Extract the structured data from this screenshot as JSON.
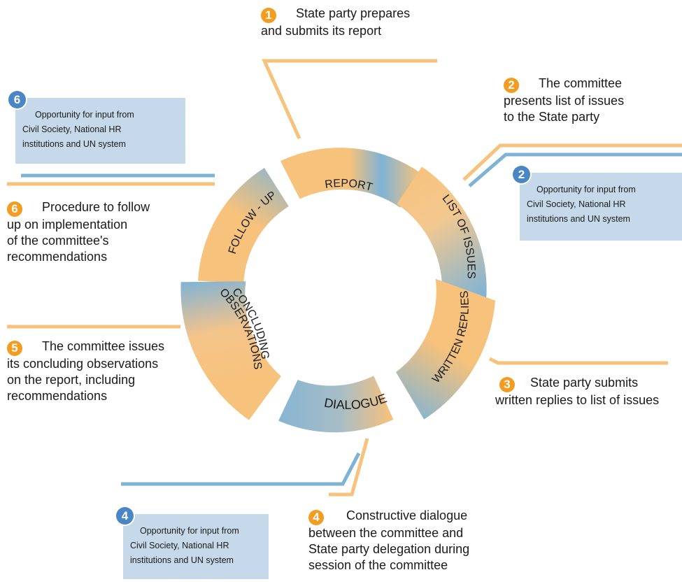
{
  "colors": {
    "orange": "#f7c27b",
    "blue": "#7fb3d6",
    "number_orange": "#f39c1f",
    "number_blue": "#4a86c5",
    "box_fill": "#c5d9ea"
  },
  "cycle": {
    "segments": [
      {
        "label": "REPORT"
      },
      {
        "label": "LIST OF ISSUES"
      },
      {
        "label": "WRITTEN REPLIES"
      },
      {
        "label": "DIALOGUE"
      },
      {
        "label": "CONCLUDING",
        "label2": "OBSERVATIONS"
      },
      {
        "label": "FOLLOW - UP"
      }
    ]
  },
  "steps": [
    {
      "num": "1",
      "line1": "State party prepares",
      "line2": "and submits its report"
    },
    {
      "num": "2",
      "line1": "The committee",
      "line2": "presents list of issues",
      "line3": "to the State party"
    },
    {
      "num": "3",
      "line1": "State party submits",
      "line2": "written replies to list of issues"
    },
    {
      "num": "4",
      "line1": "Constructive dialogue",
      "line2": "between the committee and",
      "line3": "State party delegation during",
      "line4": "session of the committee"
    },
    {
      "num": "5",
      "line1": "The committee issues",
      "line2": "its concluding observations",
      "line3": "on the report, including",
      "line4": "recommendations"
    },
    {
      "num": "6",
      "line1": "Procedure to follow",
      "line2": "up on implementation",
      "line3": "of the committee's",
      "line4": "recommendations"
    }
  ],
  "input_boxes": [
    {
      "num": "6",
      "line1": "Opportunity for input from",
      "line2": "Civil Society, National HR",
      "line3": "institutions and UN system"
    },
    {
      "num": "2",
      "line1": "Opportunity for input from",
      "line2": "Civil Society, National HR",
      "line3": "institutions and UN system"
    },
    {
      "num": "4",
      "line1": "Opportunity for input from",
      "line2": "Civil Society, National HR",
      "line3": "institutions and UN system"
    }
  ]
}
